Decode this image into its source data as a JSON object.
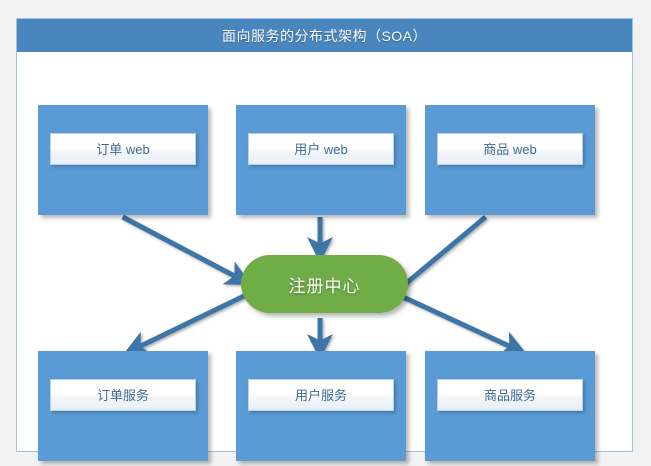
{
  "header": {
    "title": "面向服务的分布式架构（SOA）"
  },
  "diagram": {
    "type": "architecture-flow",
    "web_tier": [
      {
        "id": "order-web",
        "label": "订单 web"
      },
      {
        "id": "user-web",
        "label": "用户 web"
      },
      {
        "id": "product-web",
        "label": "商品 web"
      }
    ],
    "registry": {
      "id": "registry",
      "label": "注册中心"
    },
    "service_tier": [
      {
        "id": "order-service",
        "label": "订单服务"
      },
      {
        "id": "user-service",
        "label": "用户服务"
      },
      {
        "id": "product-service",
        "label": "商品服务"
      }
    ],
    "edges": [
      {
        "from": "order-web",
        "to": "registry",
        "arrow": "end"
      },
      {
        "from": "user-web",
        "to": "registry",
        "arrow": "end"
      },
      {
        "from": "product-web",
        "to": "registry",
        "arrow": "none"
      },
      {
        "from": "registry",
        "to": "order-service",
        "arrow": "end"
      },
      {
        "from": "registry",
        "to": "user-service",
        "arrow": "end"
      },
      {
        "from": "registry",
        "to": "product-service",
        "arrow": "end"
      }
    ]
  },
  "colors": {
    "title_bar": "#4A86BE",
    "node_blue": "#5B9BD5",
    "registry_green": "#70AD47",
    "edge_blue": "#3E74A6",
    "label_text": "#3F6A94",
    "page_background": "#F2F2F2",
    "card_border": "#9FC3E0"
  }
}
